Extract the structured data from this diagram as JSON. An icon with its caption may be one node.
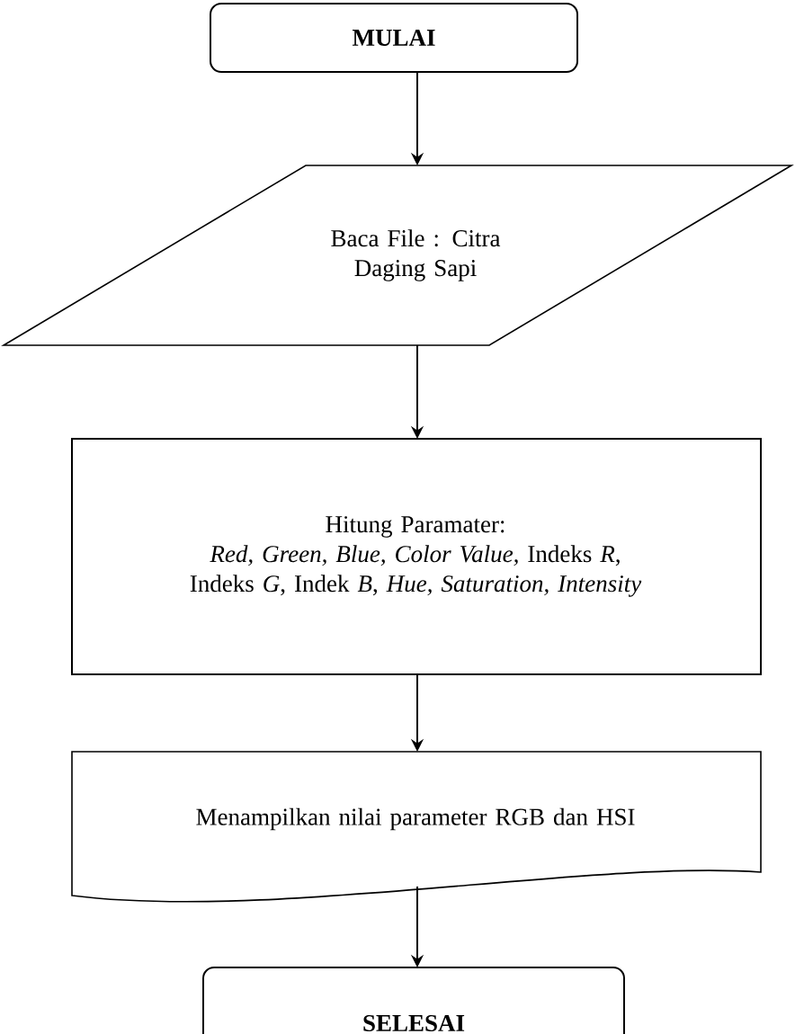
{
  "diagram": {
    "nodes": [
      {
        "text": [
          "MULAI"
        ]
      },
      {
        "text": [
          "Baca File : Citra Daging Sapi"
        ]
      },
      {
        "text": [
          "Hitung Paramater:",
          "*Red, Green, Blue, Color Value,* Indeks *R*, Indeks *G*, Indek *B*, *Hue, Saturation, Intensity*"
        ]
      },
      {
        "text": [
          "Menampilkan nilai parameter RGB dan HSI"
        ]
      },
      {
        "text": [
          "SELESAI"
        ]
      }
    ],
    "edges": [
      {
        "from": 0,
        "to": 1,
        "arrow": "to"
      },
      {
        "from": 1,
        "to": 2,
        "arrow": "to"
      },
      {
        "from": 2,
        "to": 3,
        "arrow": "to"
      },
      {
        "from": 3,
        "to": 4,
        "arrow": "to"
      }
    ]
  }
}
